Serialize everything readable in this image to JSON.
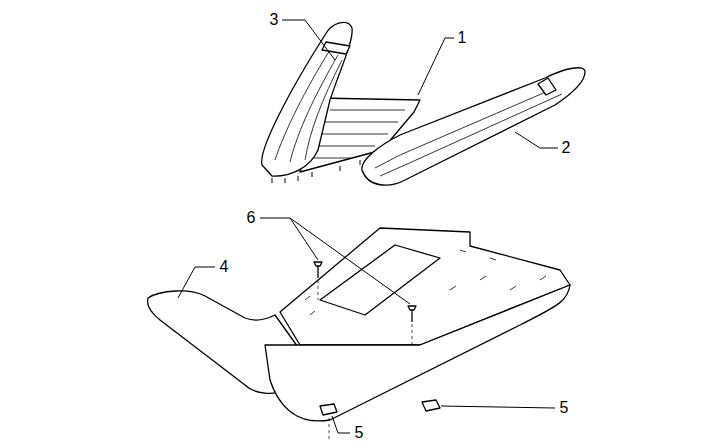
{
  "diagram": {
    "labels": [
      "3",
      "1",
      "2",
      "6",
      "4",
      "5",
      "5"
    ]
  }
}
